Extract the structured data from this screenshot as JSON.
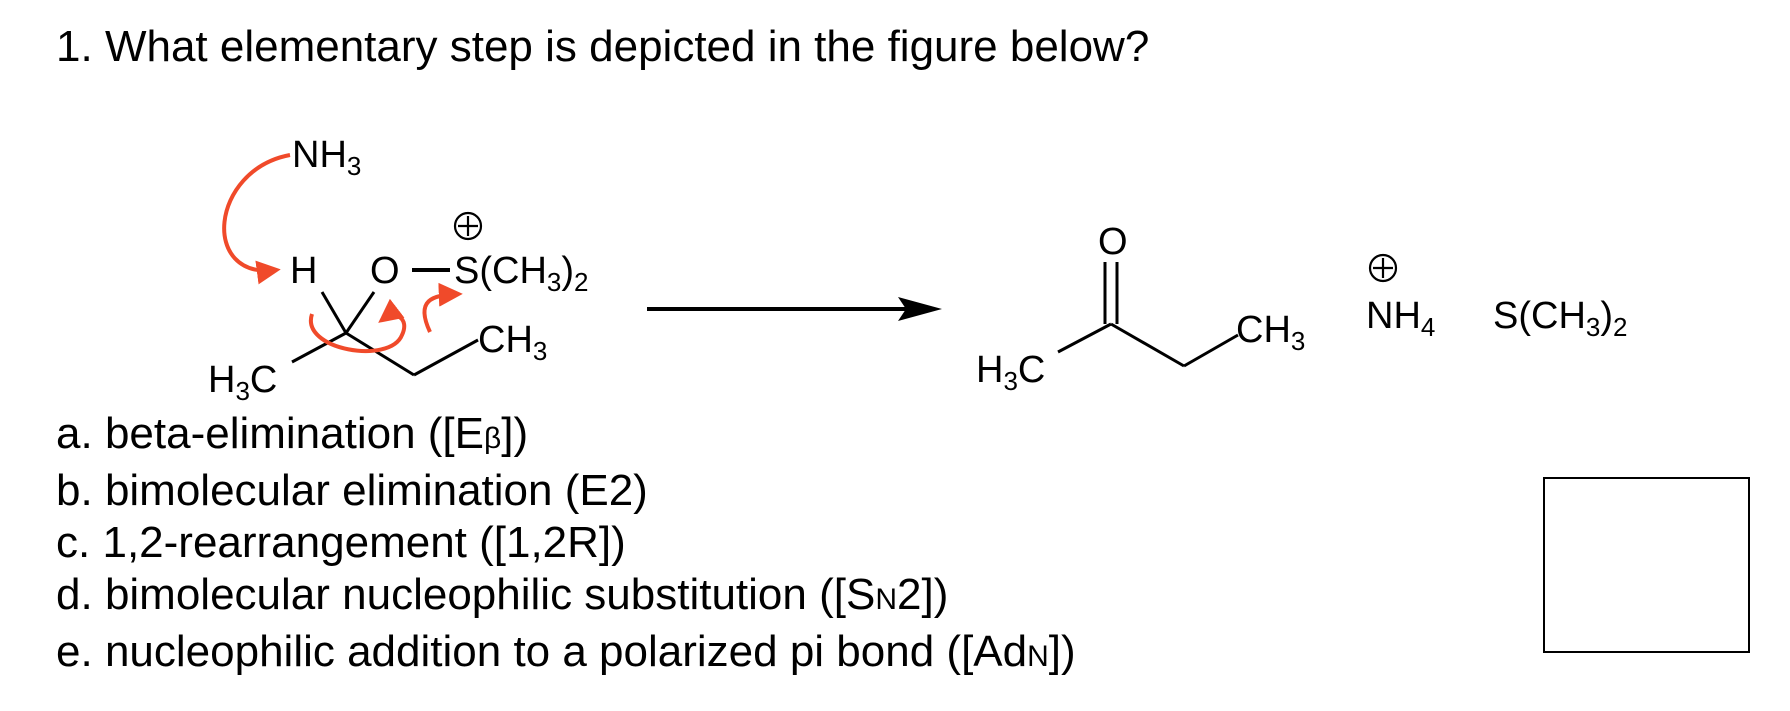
{
  "question": {
    "number": "1.",
    "text": "What elementary step is depicted in the figure below?"
  },
  "scheme": {
    "reactant": {
      "base": "NH3",
      "hydrogen": "H",
      "oxygen": "O",
      "sulfonium": "S(CH3)2",
      "methyl_right": "CH3",
      "methyl_left": "H3C",
      "charge": "+"
    },
    "product": {
      "ketone_oxygen": "O",
      "methyl_left": "H3C",
      "methyl_right": "CH3",
      "ammonium": "NH4",
      "ammonium_charge": "+",
      "sulfide": "S(CH3)2"
    },
    "colors": {
      "curved_arrows": "#f04a2a",
      "bonds": "#000000"
    },
    "icons": [
      "curved-arrow-icon",
      "reaction-arrow-icon",
      "positive-charge-icon"
    ]
  },
  "choices": [
    {
      "letter": "a.",
      "text": "beta-elimination ([E",
      "notation": "β",
      "close": "])"
    },
    {
      "letter": "b.",
      "text": "bimolecular elimination (E2)"
    },
    {
      "letter": "c.",
      "text": "1,2-rearrangement ([1,2R])"
    },
    {
      "letter": "d.",
      "text": "bimolecular nucleophilic substitution ([S",
      "notation": "N",
      "close": "2])"
    },
    {
      "letter": "e.",
      "text": "nucleophilic addition to a polarized pi bond ([Ad",
      "notation": "N",
      "close": "])"
    }
  ],
  "answer_box": {
    "value": ""
  }
}
